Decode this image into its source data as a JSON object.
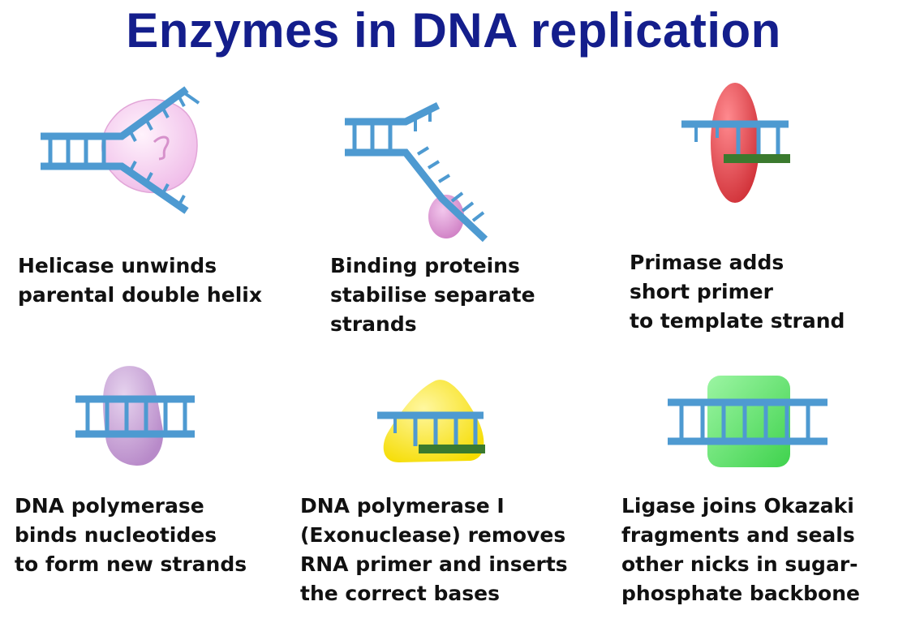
{
  "title": "Enzymes in DNA replication",
  "colors": {
    "title": "#141e8c",
    "dna_strand": "#4e9ad1",
    "primer": "#3b7a2e",
    "helicase": "#f2c6ec",
    "binding_protein": "#d98fcf",
    "primase": "#e0434a",
    "dna_polymerase": "#c39bd3",
    "dna_polymerase_i": "#ffe800",
    "ligase": "#5fe36b"
  },
  "enzymes": [
    {
      "name": "helicase",
      "icon": "helicase-icon",
      "caption": [
        "Helicase unwinds",
        "parental double helix"
      ]
    },
    {
      "name": "binding-proteins",
      "icon": "binding-protein-icon",
      "caption": [
        "Binding proteins",
        "stabilise separate",
        "strands"
      ]
    },
    {
      "name": "primase",
      "icon": "primase-icon",
      "caption": [
        "Primase adds",
        "short primer",
        "to template strand"
      ]
    },
    {
      "name": "dna-polymerase",
      "icon": "dna-polymerase-icon",
      "caption": [
        "DNA polymerase",
        "binds nucleotides",
        "to form new strands"
      ]
    },
    {
      "name": "dna-polymerase-i",
      "icon": "dna-polymerase-i-icon",
      "caption": [
        "DNA polymerase I",
        "(Exonuclease) removes",
        "RNA primer and inserts",
        "the correct bases"
      ]
    },
    {
      "name": "ligase",
      "icon": "ligase-icon",
      "caption": [
        "Ligase joins Okazaki",
        "fragments and seals",
        "other nicks in sugar-",
        "phosphate backbone"
      ]
    }
  ]
}
